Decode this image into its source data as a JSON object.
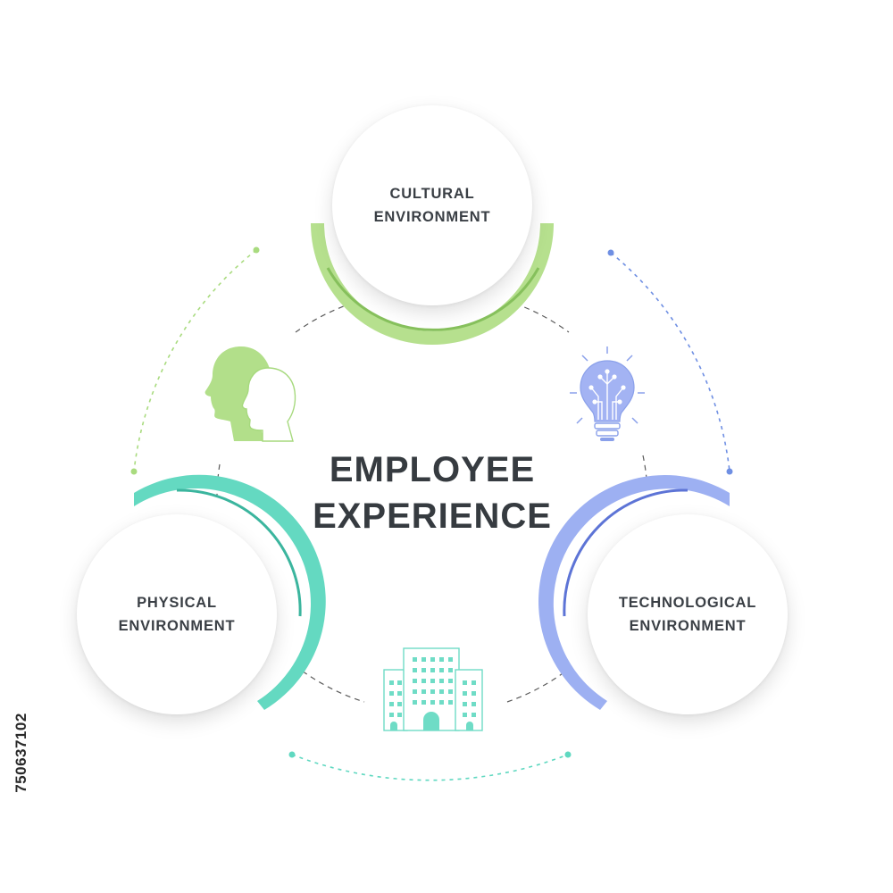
{
  "title": {
    "line1": "EMPLOYEE",
    "line2": "EXPERIENCE"
  },
  "nodes": [
    {
      "id": "cultural",
      "line1": "CULTURAL",
      "line2": "ENVIRONMENT",
      "icon": "head-silhouette-icon",
      "color": "#a9db7f"
    },
    {
      "id": "physical",
      "line1": "PHYSICAL",
      "line2": "ENVIRONMENT",
      "icon": "office-building-icon",
      "color": "#5fd8c0"
    },
    {
      "id": "technological",
      "line1": "TECHNOLOGICAL",
      "line2": "ENVIRONMENT",
      "icon": "lightbulb-circuit-icon",
      "color": "#95a6ee"
    }
  ],
  "colors": {
    "green": "#a9db7f",
    "teal": "#5fd8c0",
    "blue": "#95a6ee",
    "text": "#363b40",
    "dashed": "#5a5a5a"
  },
  "watermark": {
    "stock_id": "750637102"
  }
}
